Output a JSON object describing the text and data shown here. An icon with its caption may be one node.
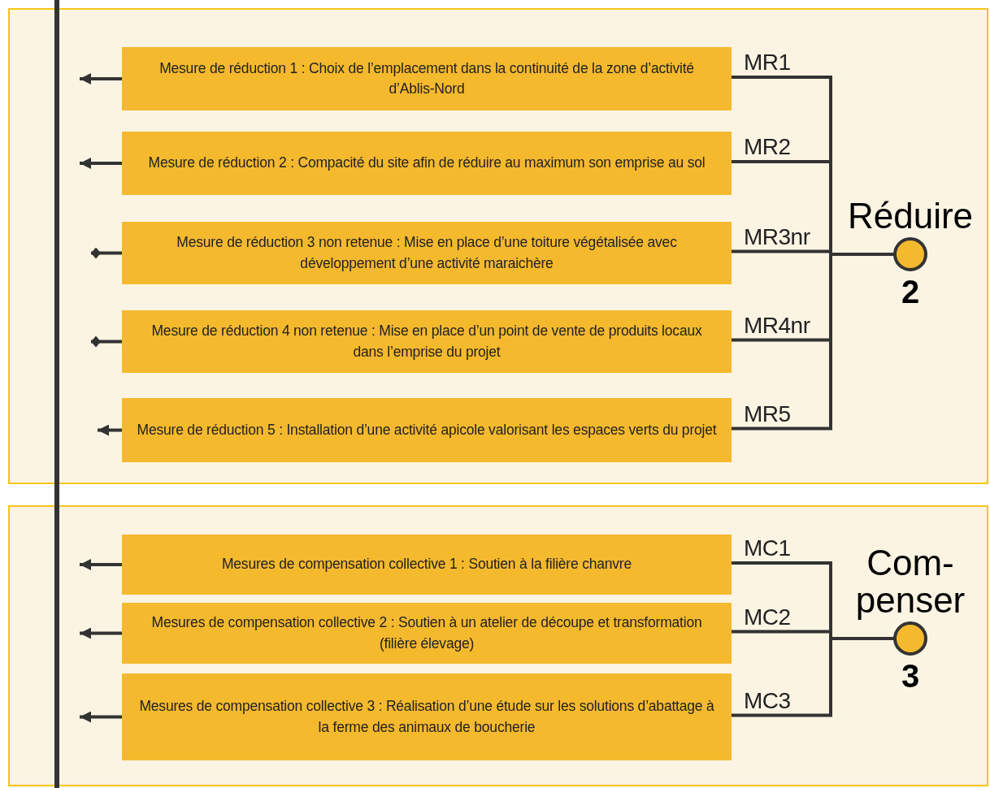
{
  "diagram": {
    "nodes": [
      {
        "text": [],
        "shape": "box"
      },
      {
        "text": [
          "Mesure de réduction 1 : Choix de l’emplacement dans la continuité de la zone d’activité d’Ablis-Nord"
        ],
        "in": 0
      },
      {
        "text": [
          "Mesure de réduction 2 : Compacité du site afin de réduire au maximum son emprise au sol"
        ],
        "in": 0
      },
      {
        "text": [
          "Mesure de réduction 3 non retenue : Mise en place d’une toiture végétalisée avec développement d’une activité maraichère"
        ],
        "in": 0
      },
      {
        "text": [
          "Mesure de réduction 4 non retenue : Mise en place d’un point de vente de produits locaux dans l’emprise du projet"
        ],
        "in": 0
      },
      {
        "text": [
          "Mesure de réduction 5 : Installation d’une activité apicole valorisant les espaces verts du projet"
        ],
        "in": 0
      },
      {
        "text": [
          "Réduire",
          "2"
        ],
        "in": 0
      },
      {
        "text": [],
        "shape": "box"
      },
      {
        "text": [
          "Mesures de compensation collective 1 : Soutien à la filière chanvre"
        ],
        "in": 7
      },
      {
        "text": [
          "Mesures de compensation collective 2 : Soutien à un atelier de découpe et transformation (filière élevage)"
        ],
        "in": 7
      },
      {
        "text": [
          "Mesures de compensation collective 3 : Réalisation d’une étude sur les solutions d’abattage à la ferme des animaux de boucherie"
        ],
        "in": 7
      },
      {
        "text": [
          "Com- penser",
          "3"
        ],
        "in": 7
      }
    ],
    "edges": [
      {
        "from": 6,
        "to": 1,
        "arrow": "none",
        "label": "MR1"
      },
      {
        "from": 6,
        "to": 2,
        "arrow": "none",
        "label": "MR2"
      },
      {
        "from": 6,
        "to": 3,
        "arrow": "none",
        "label": "MR3nr"
      },
      {
        "from": 6,
        "to": 4,
        "arrow": "none",
        "label": "MR4nr"
      },
      {
        "from": 6,
        "to": 5,
        "arrow": "none",
        "label": "MR5"
      },
      {
        "from": 11,
        "to": 8,
        "arrow": "none",
        "label": "MC1"
      },
      {
        "from": 11,
        "to": 9,
        "arrow": "none",
        "label": "MC2"
      },
      {
        "from": 11,
        "to": 10,
        "arrow": "none",
        "label": "MC3"
      },
      {
        "from": 1,
        "to": null,
        "arrow": "to"
      },
      {
        "from": 2,
        "to": null,
        "arrow": "to"
      },
      {
        "from": 3,
        "to": null,
        "arrow": "other"
      },
      {
        "from": 4,
        "to": null,
        "arrow": "other"
      },
      {
        "from": 5,
        "to": null,
        "arrow": "to"
      },
      {
        "from": 8,
        "to": null,
        "arrow": "to"
      },
      {
        "from": 9,
        "to": null,
        "arrow": "to"
      },
      {
        "from": 10,
        "to": null,
        "arrow": "to"
      }
    ]
  }
}
